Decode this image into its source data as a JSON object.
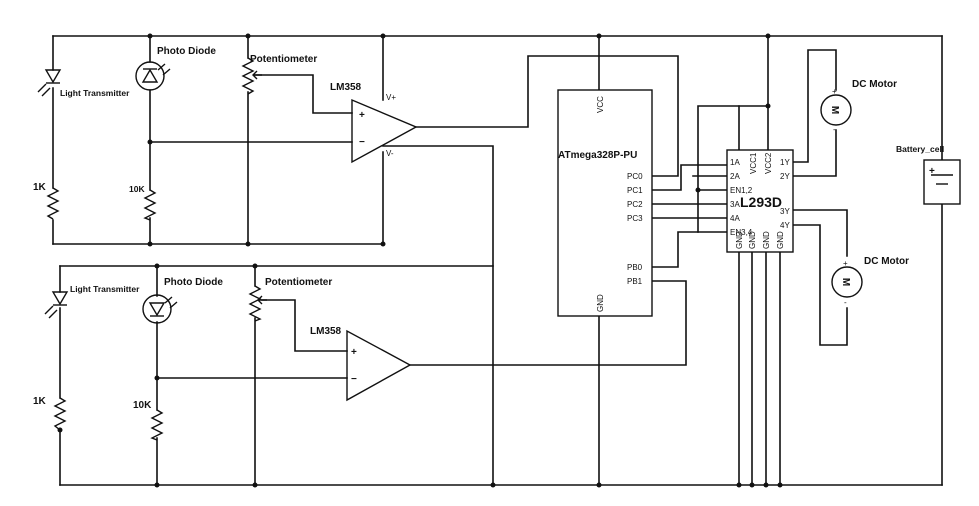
{
  "labels": {
    "photo_diode": "Photo Diode",
    "potentiometer": "Potentiometer",
    "lm358": "LM358",
    "light_transmitter": "Light Transmitter",
    "r_1k": "1K",
    "r_10k": "10K",
    "dc_motor": "DC Motor",
    "battery": "Battery_cell",
    "motor_m": "M",
    "plus": "+",
    "minus": "-"
  },
  "opamp": {
    "plus": "+",
    "minus": "−",
    "vplus": "V+",
    "vminus": "V-"
  },
  "mcu": {
    "name": "ATmega328P-PU",
    "vcc": "VCC",
    "gnd": "GND",
    "pins": [
      "PC0",
      "PC1",
      "PC2",
      "PC3",
      "PB0",
      "PB1"
    ]
  },
  "driver": {
    "name": "L293D",
    "left_pins": [
      "1A",
      "2A",
      "EN1,2",
      "3A",
      "4A",
      "EN3,4"
    ],
    "right_pins": [
      "1Y",
      "2Y",
      "3Y",
      "4Y"
    ],
    "top_pins": [
      "VCC1",
      "VCC2"
    ],
    "bottom_pins": [
      "GND",
      "GND",
      "GND",
      "GND"
    ]
  }
}
